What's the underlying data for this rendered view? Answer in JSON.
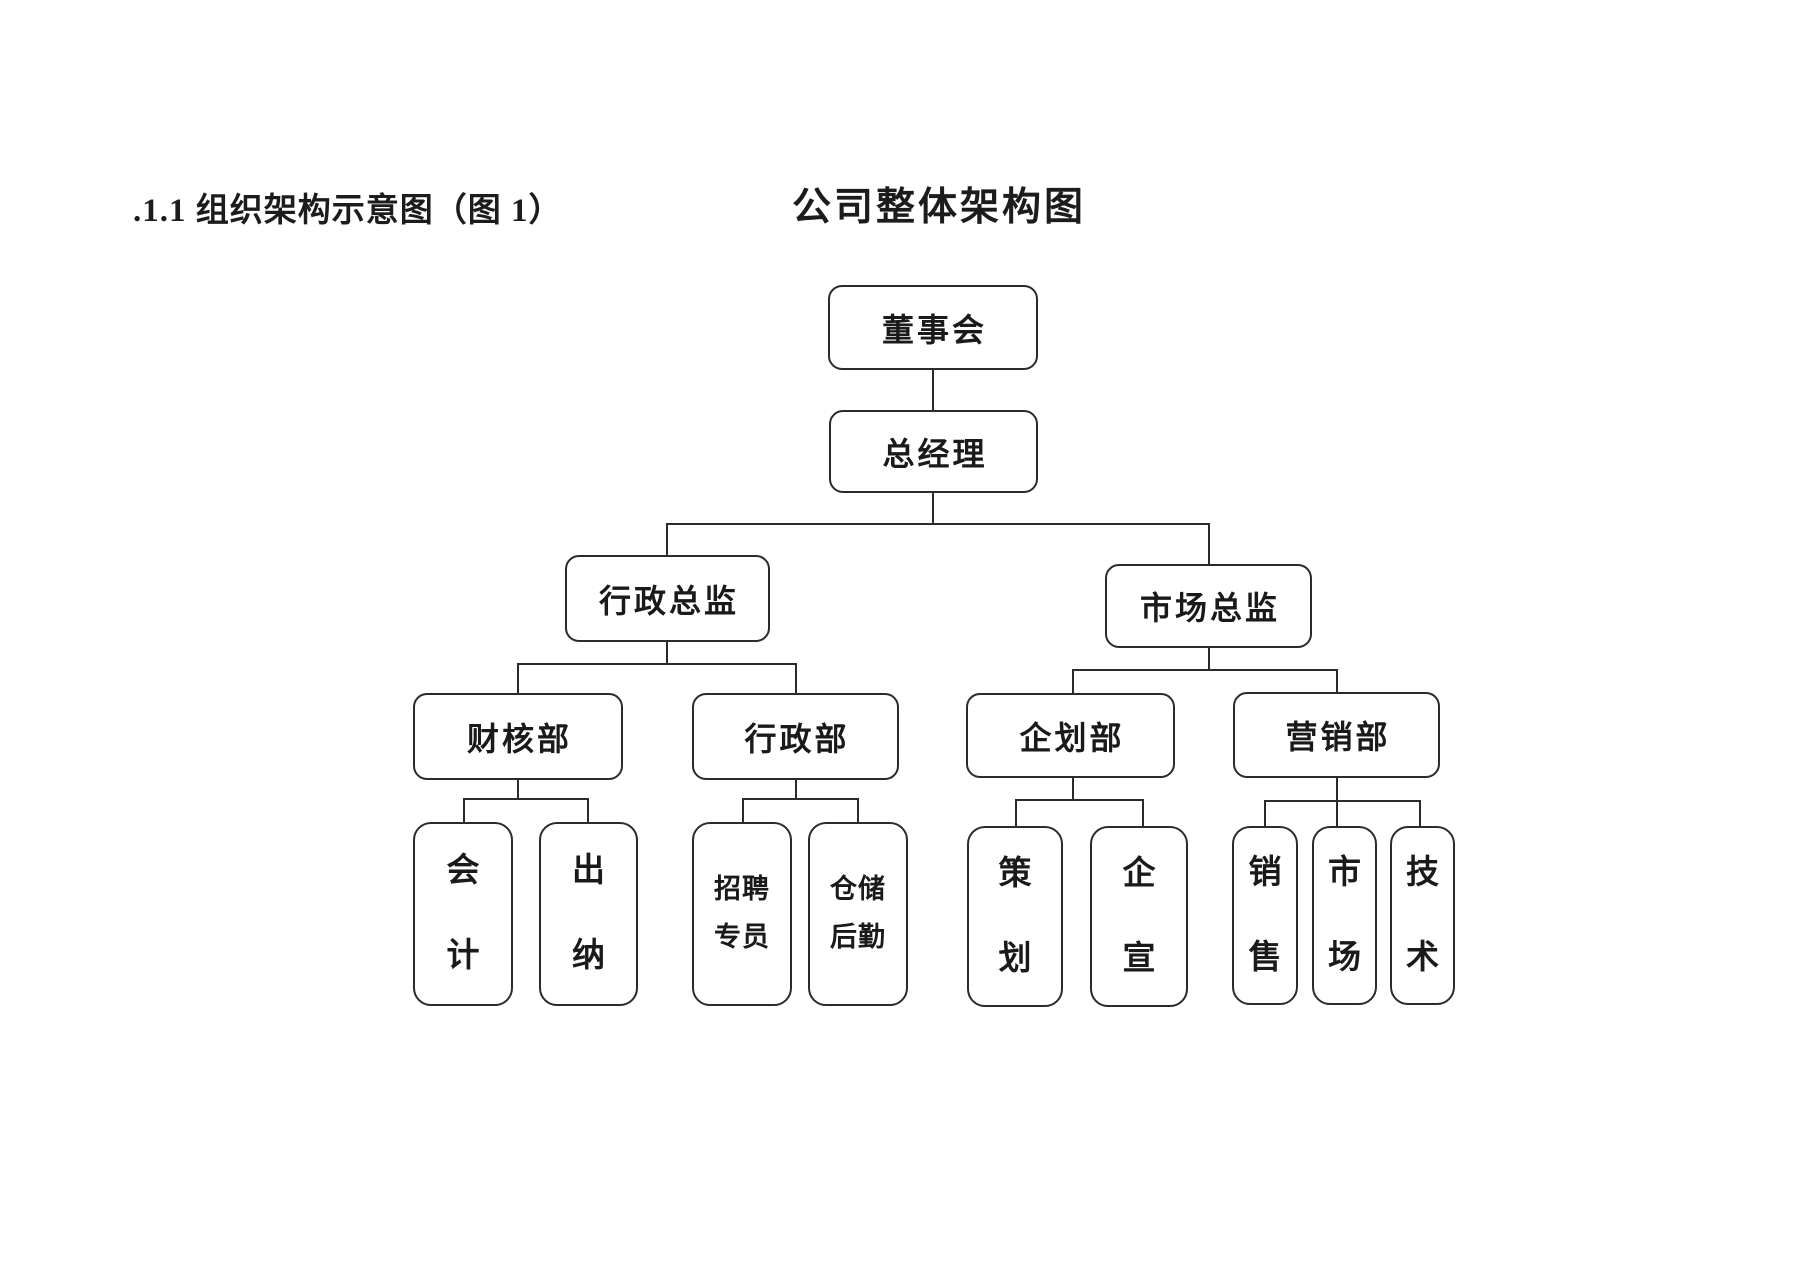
{
  "page": {
    "heading_left": ".1.1  组织架构示意图（图 1）",
    "heading_center": "公司整体架构图"
  },
  "chart": {
    "type": "org-chart",
    "nodes": {
      "board": {
        "label": "董事会"
      },
      "gm": {
        "label": "总经理"
      },
      "admin_director": {
        "label": "行政总监"
      },
      "market_director": {
        "label": "市场总监"
      },
      "finance_dept": {
        "label": "财核部"
      },
      "admin_dept": {
        "label": "行政部"
      },
      "planning_dept": {
        "label": "企划部"
      },
      "marketing_dept": {
        "label": "营销部"
      },
      "accounting": {
        "label": "会计",
        "chars": [
          "会",
          "计"
        ]
      },
      "cashier": {
        "label": "出纳",
        "chars": [
          "出",
          "纳"
        ]
      },
      "recruiting": {
        "label": "招聘专员",
        "lines": [
          "招聘",
          "专员"
        ]
      },
      "warehouse": {
        "label": "仓储后勤",
        "lines": [
          "仓储",
          "后勤"
        ]
      },
      "planner": {
        "label": "策划",
        "chars": [
          "策",
          "划"
        ]
      },
      "publicity": {
        "label": "企宣",
        "chars": [
          "企",
          "宣"
        ]
      },
      "sales": {
        "label": "销售",
        "chars": [
          "销",
          "售"
        ]
      },
      "market": {
        "label": "市场",
        "chars": [
          "市",
          "场"
        ]
      },
      "tech": {
        "label": "技术",
        "chars": [
          "技",
          "术"
        ]
      }
    },
    "edges": [
      [
        "董事会",
        "总经理"
      ],
      [
        "总经理",
        "行政总监"
      ],
      [
        "总经理",
        "市场总监"
      ],
      [
        "行政总监",
        "财核部"
      ],
      [
        "行政总监",
        "行政部"
      ],
      [
        "市场总监",
        "企划部"
      ],
      [
        "市场总监",
        "营销部"
      ],
      [
        "财核部",
        "会计"
      ],
      [
        "财核部",
        "出纳"
      ],
      [
        "行政部",
        "招聘专员"
      ],
      [
        "行政部",
        "仓储后勤"
      ],
      [
        "企划部",
        "策划"
      ],
      [
        "企划部",
        "企宣"
      ],
      [
        "营销部",
        "销售"
      ],
      [
        "营销部",
        "市场"
      ],
      [
        "营销部",
        "技术"
      ]
    ],
    "line_color": "#2b2b2b",
    "box_background": "#ffffff",
    "text_color": "#1a1a1a"
  }
}
